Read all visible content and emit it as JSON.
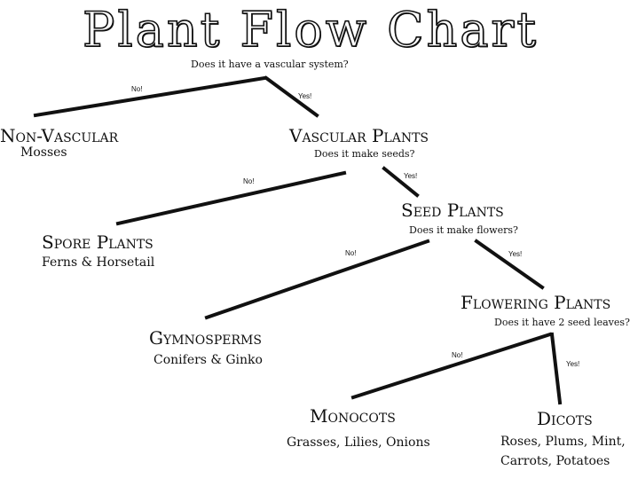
{
  "title": "Plant Flow Chart",
  "root": {
    "question": "Does it have a vascular system?"
  },
  "nodes": {
    "non_vascular": {
      "label": "Non-Vascular",
      "examples": "Mosses"
    },
    "vascular": {
      "label": "Vascular Plants",
      "question": "Does it make seeds?"
    },
    "spore": {
      "label": "Spore Plants",
      "examples": "Ferns & Horsetail"
    },
    "seed": {
      "label": "Seed Plants",
      "question": "Does it make flowers?"
    },
    "gymnosperms": {
      "label": "Gymnosperms",
      "examples": "Conifers & Ginko"
    },
    "flowering": {
      "label": "Flowering Plants",
      "question": "Does it have 2 seed leaves?"
    },
    "monocots": {
      "label": "Monocots",
      "examples": "Grasses, Lilies, Onions"
    },
    "dicots": {
      "label": "Dicots",
      "examples_line1": "Roses, Plums, Mint,",
      "examples_line2": "Carrots, Potatoes"
    }
  },
  "edges": {
    "no": "No!",
    "yes": "Yes!"
  }
}
